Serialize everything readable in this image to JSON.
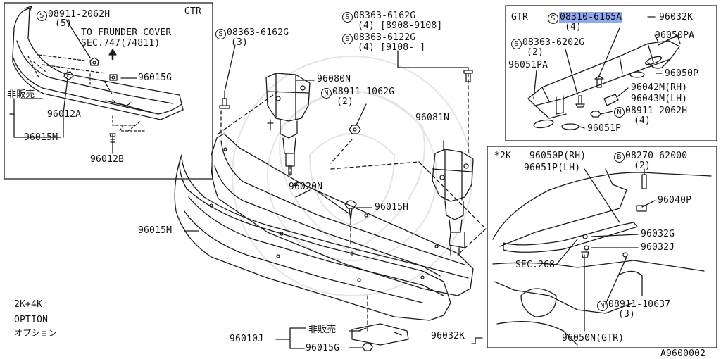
{
  "inset_front": {
    "variant": "GTR",
    "callouts": [
      {
        "prefix": "S",
        "part": "08911-2062H",
        "qty": "(5)"
      },
      {
        "part": "96015G"
      },
      {
        "part": "96012A"
      },
      {
        "part": "96015M"
      },
      {
        "part": "96012B"
      }
    ],
    "not_for_sale": "非販売",
    "ref_note_line1": "TO FRUNDER COVER",
    "ref_note_line2": "SEC.747(74811)"
  },
  "main": {
    "callouts": [
      {
        "prefix": "S",
        "part": "08363-6162G",
        "qty": "(3)"
      },
      {
        "prefix": "S",
        "part": "08363-6162G",
        "qty": "(4)",
        "range": "[8908-9108]"
      },
      {
        "prefix": "S",
        "part": "08363-6122G",
        "qty": "(4)",
        "range": "[9108-   ]"
      },
      {
        "part": "96080N"
      },
      {
        "prefix": "N",
        "part": "08911-1062G",
        "qty": "(2)"
      },
      {
        "part": "96081N"
      },
      {
        "part": "96020N"
      },
      {
        "part": "96015H"
      },
      {
        "part": "96015M"
      },
      {
        "part": "96010J"
      },
      {
        "part": "96015G"
      },
      {
        "part": "96032K"
      }
    ],
    "not_for_sale": "非販売",
    "option_line1": "2K+4K",
    "option_line2": "OPTION",
    "option_line3": "オプション"
  },
  "inset_spoiler_gtr": {
    "variant": "GTR",
    "callouts": [
      {
        "prefix": "S",
        "part": "08310-6165A",
        "qty": "(4)",
        "highlighted": true
      },
      {
        "part": "96032K"
      },
      {
        "part": "96050PA"
      },
      {
        "prefix": "S",
        "part": "08363-6202G",
        "qty": "(2)"
      },
      {
        "part": "96051PA"
      },
      {
        "part": "96050P"
      },
      {
        "part": "96042M(RH)"
      },
      {
        "part": "96043M(LH)"
      },
      {
        "prefix": "N",
        "part": "08911-2062H",
        "qty": "(4)"
      },
      {
        "part": "96051P"
      }
    ]
  },
  "inset_spoiler_2k": {
    "variant_mark": "*2K",
    "callouts": [
      {
        "part": "96050P(RH)"
      },
      {
        "part": "96051P(LH)"
      },
      {
        "prefix": "B",
        "part": "08270-62000",
        "qty": "(2)"
      },
      {
        "part": "96040P"
      },
      {
        "part": "96032G"
      },
      {
        "part": "96032J"
      },
      {
        "part": "SEC.268"
      },
      {
        "prefix": "N",
        "part": "08911-10637",
        "qty": "(3)"
      },
      {
        "part": "96050N(GTR)"
      }
    ]
  },
  "figure_code": "A9600002",
  "highlight_color": "#8fa8ee"
}
